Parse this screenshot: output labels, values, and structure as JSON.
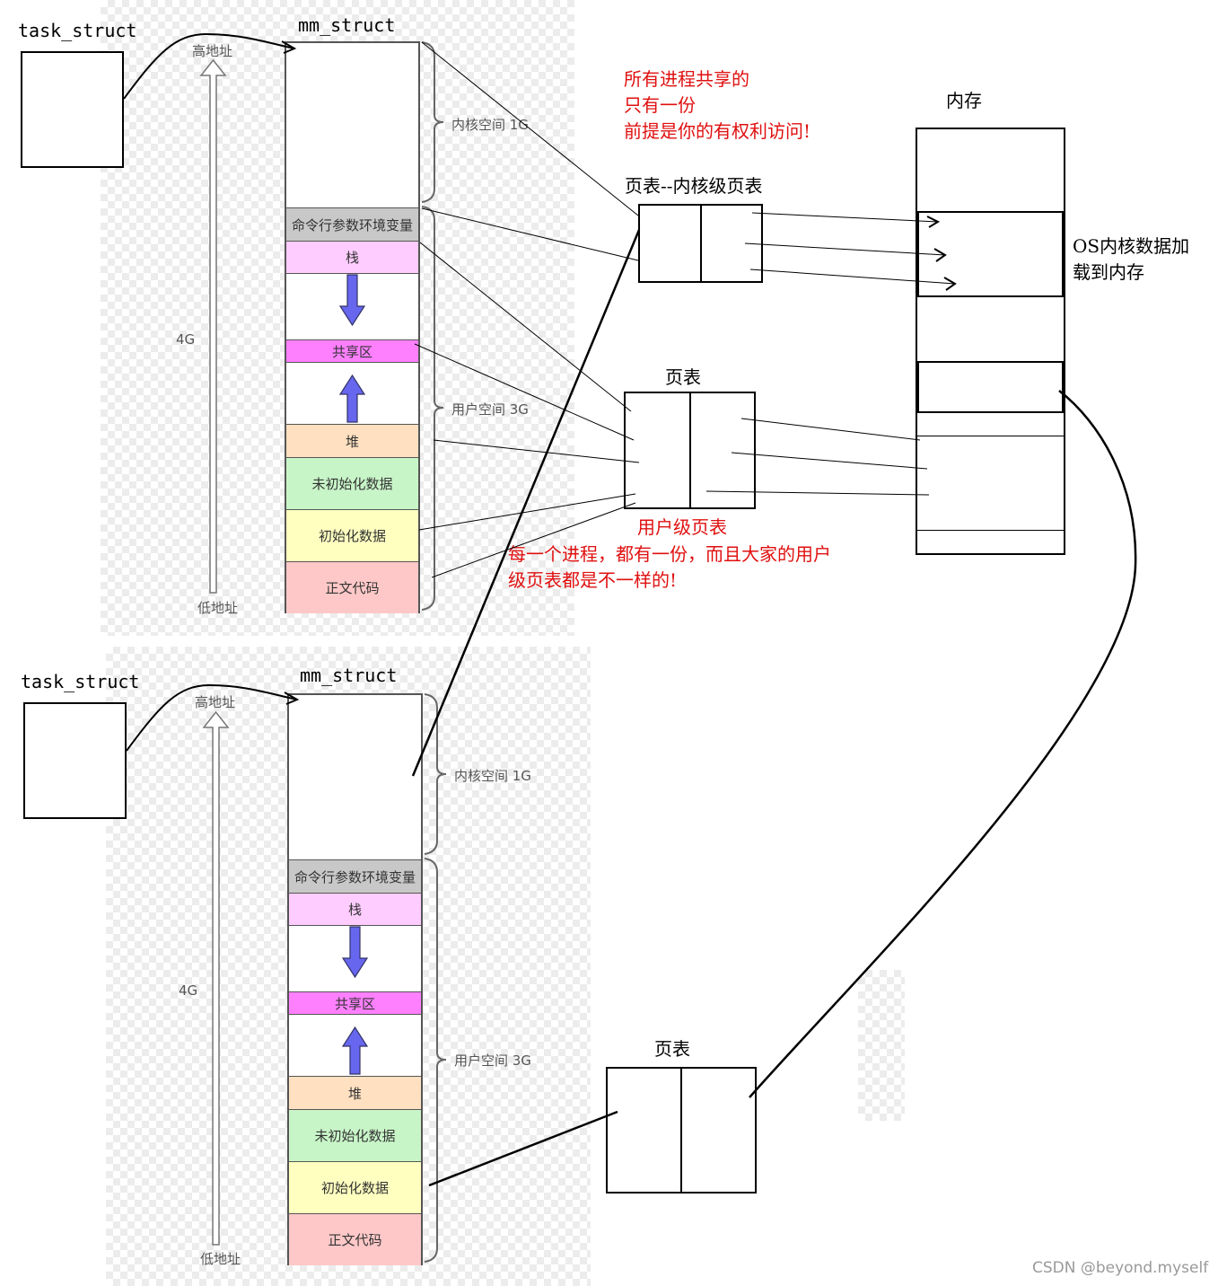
{
  "process_top": {
    "task_struct_label": "task_struct",
    "mm_struct_label": "mm_struct",
    "high_addr": "高地址",
    "low_addr": "低地址",
    "size_label": "4G",
    "kernel_space": "内核空间 1G",
    "user_space": "用户空间 3G",
    "segments": [
      "命令行参数环境变量",
      "栈",
      "共享区",
      "堆",
      "未初始化数据",
      "初始化数据",
      "正文代码"
    ]
  },
  "process_bottom": {
    "task_struct_label": "task_struct",
    "mm_struct_label": "mm_struct",
    "high_addr": "高地址",
    "low_addr": "低地址",
    "size_label": "4G",
    "kernel_space": "内核空间 1G",
    "user_space": "用户空间 3G",
    "segments": [
      "命令行参数环境变量",
      "栈",
      "共享区",
      "堆",
      "未初始化数据",
      "初始化数据",
      "正文代码"
    ]
  },
  "notes": {
    "shared_note": [
      "所有进程共享的",
      "只有一份",
      "前提是你的有权利访问!"
    ],
    "kernel_page_table_title": "页表--内核级页表",
    "page_table_title": "页表",
    "user_page_table_title": "用户级页表",
    "user_note": [
      "每一个进程，都有一份，而且大家的用户",
      "级页表都是不一样的!"
    ],
    "memory_title": "内存",
    "os_note": [
      "OS内核数据加",
      "载到内存"
    ],
    "page_table_bottom_title": "页表"
  },
  "watermark": "CSDN @beyond.myself",
  "colors": {
    "cmdline": "#c8c8c8",
    "stack": "#ffccff",
    "shared": "#ff80ff",
    "heap": "#ffe0c0",
    "bss": "#c8f5c8",
    "data": "#ffffc0",
    "text": "#ffc8c8",
    "arrow": "#6666ee",
    "note_red": "#e01010"
  }
}
